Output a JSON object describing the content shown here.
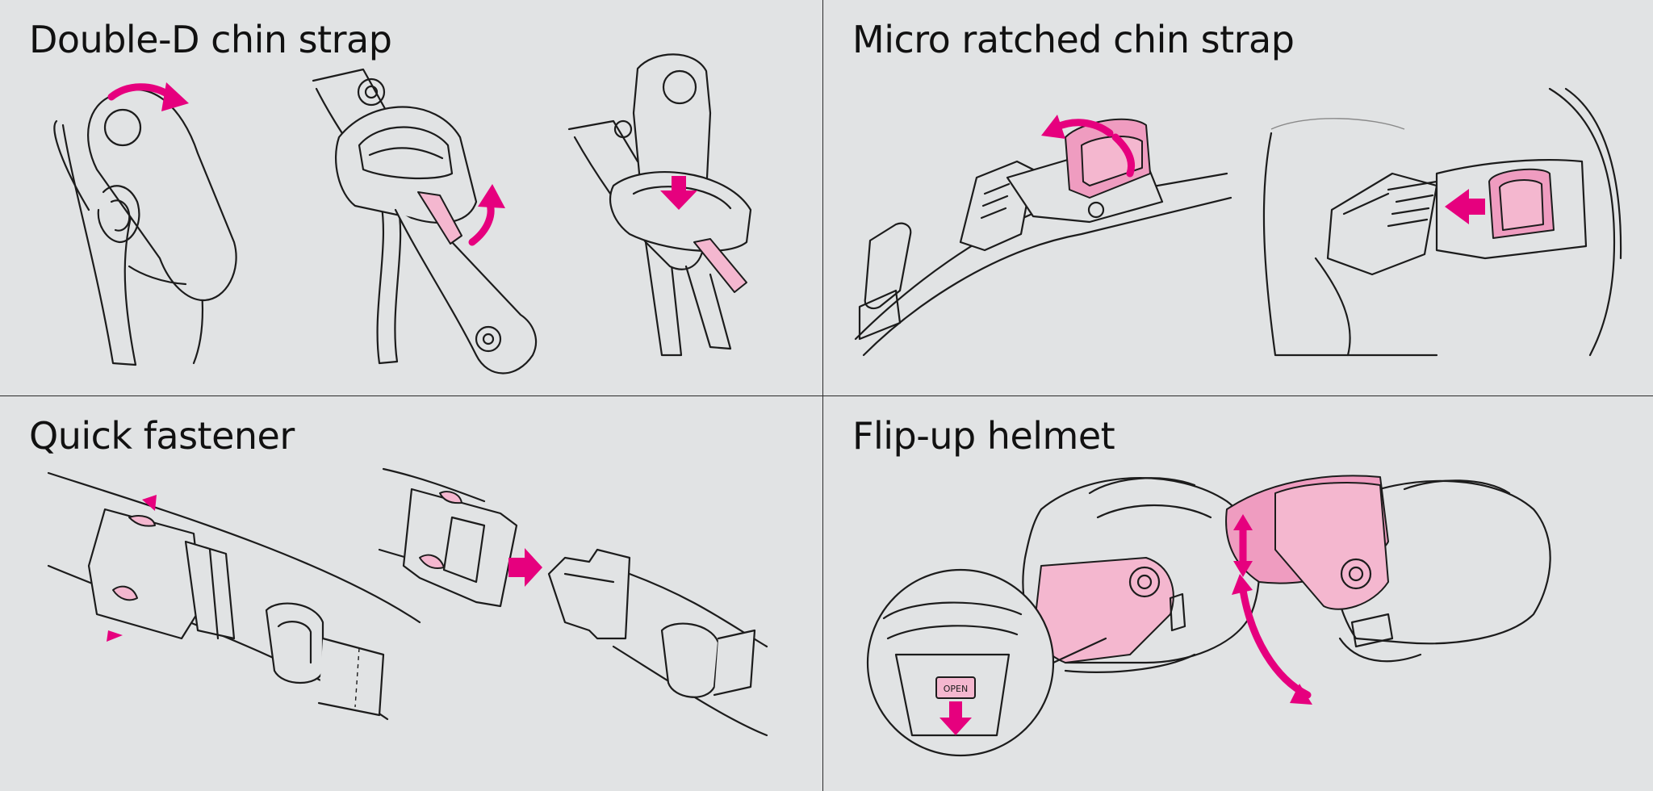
{
  "panels": [
    {
      "id": "double-d",
      "title": "Double-D chin strap"
    },
    {
      "id": "micro-ratchet",
      "title": "Micro ratched chin strap"
    },
    {
      "id": "quick-fastener",
      "title": "Quick fastener"
    },
    {
      "id": "flip-up",
      "title": "Flip-up helmet"
    }
  ],
  "labels": {
    "open_button": "OPEN"
  },
  "colors": {
    "accent": "#e6007e",
    "pink_fill": "#f4b7cf",
    "background": "#e1e3e4",
    "line": "#1c1c1c"
  }
}
